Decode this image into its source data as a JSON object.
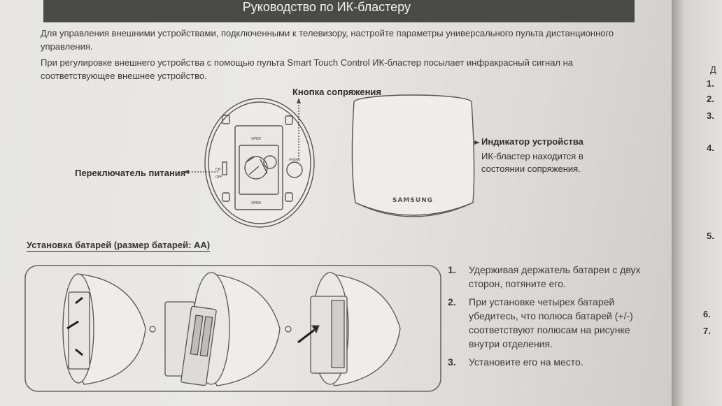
{
  "header": {
    "title": "Руководство по ИК-бластеру"
  },
  "intro": {
    "line1": "Для управления внешними устройствами, подключенными к телевизору, настройте параметры универсального пульта дистанционного",
    "line2": "управления.",
    "line3": "При регулировке внешнего устройства с помощью пульта Smart Touch Control ИК-бластер посылает инфракрасный сигнал на",
    "line4": "соответствующее внешнее устройство."
  },
  "diagram": {
    "pairing_button_label": "Кнопка сопряжения",
    "power_switch_label": "Переключатель питания",
    "device_indicator_label": "Индикатор устройства",
    "indicator_desc_line1": "ИК-бластер находится в",
    "indicator_desc_line2": "состоянии сопряжения.",
    "brand": "SAMSUNG",
    "open_top": "OPEN",
    "open_bottom": "OPEN",
    "on": "ON",
    "off": "OFF",
    "pairing": "PAIRING"
  },
  "battery": {
    "title": "Установка батарей (размер батарей: AA)",
    "steps": [
      {
        "num": "1.",
        "line1": "Удерживая держатель батареи с двух",
        "line2": "сторон, потяните его."
      },
      {
        "num": "2.",
        "line1": "При установке четырех батарей",
        "line2": "убедитесь, что полюса батарей (+/-)",
        "line3": "соответствуют полюсам на рисунке",
        "line4": "внутри отделения."
      },
      {
        "num": "3.",
        "line1": "Установите его на место."
      }
    ]
  },
  "right_page": {
    "prefix": "Д",
    "nums": [
      "1.",
      "2.",
      "3.",
      "4.",
      "5.",
      "6.",
      "7."
    ]
  }
}
